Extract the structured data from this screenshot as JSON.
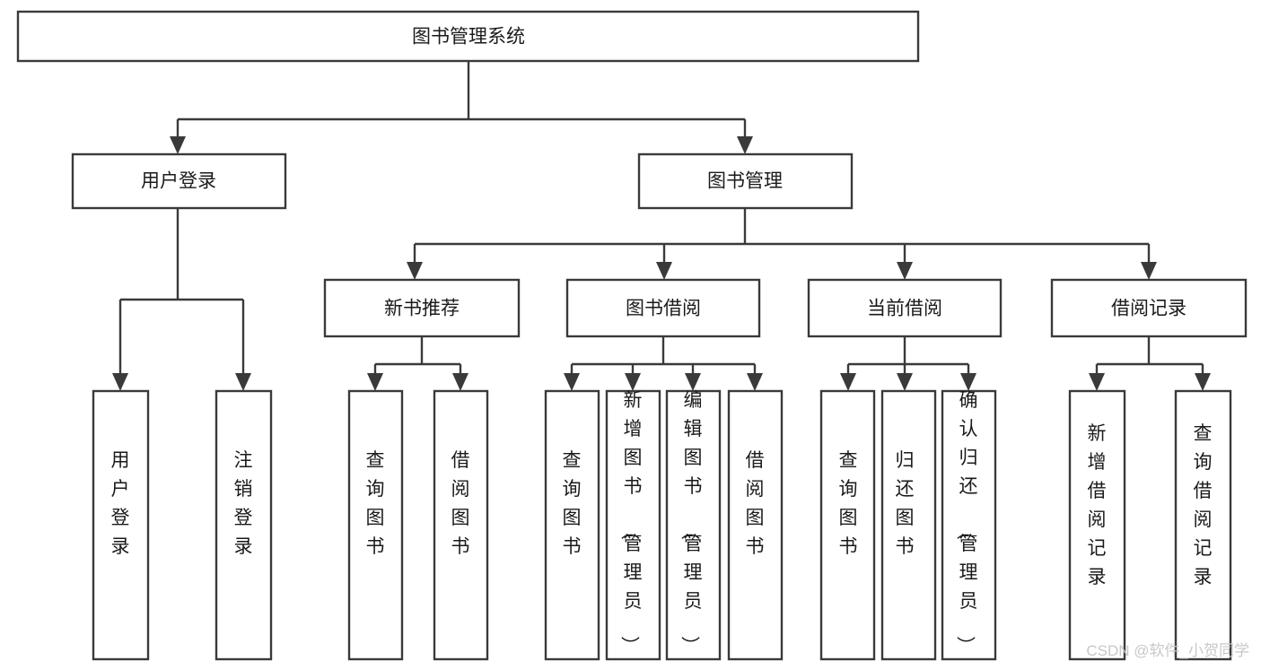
{
  "diagram": {
    "type": "tree-hierarchy",
    "title": "图书管理系统",
    "root": {
      "id": "root",
      "label": "图书管理系统"
    },
    "level1": [
      {
        "id": "user-login",
        "label": "用户登录"
      },
      {
        "id": "book-manage",
        "label": "图书管理"
      }
    ],
    "level2": [
      {
        "id": "new-book-recommend",
        "label": "新书推荐",
        "parent": "book-manage"
      },
      {
        "id": "book-borrow",
        "label": "图书借阅",
        "parent": "book-manage"
      },
      {
        "id": "current-borrow",
        "label": "当前借阅",
        "parent": "book-manage"
      },
      {
        "id": "borrow-record",
        "label": "借阅记录",
        "parent": "book-manage"
      }
    ],
    "leaves": [
      {
        "id": "leaf-user-login",
        "label": "用户登录",
        "parent": "user-login"
      },
      {
        "id": "leaf-logout-login",
        "label": "注销登录",
        "parent": "user-login"
      },
      {
        "id": "leaf-query-book-1",
        "label": "查询图书",
        "parent": "new-book-recommend"
      },
      {
        "id": "leaf-borrow-book-1",
        "label": "借阅图书",
        "parent": "new-book-recommend"
      },
      {
        "id": "leaf-query-book-2",
        "label": "查询图书",
        "parent": "book-borrow"
      },
      {
        "id": "leaf-add-book",
        "label": "新增图书（管理员）",
        "parent": "book-borrow"
      },
      {
        "id": "leaf-edit-book",
        "label": "编辑图书（管理员）",
        "parent": "book-borrow"
      },
      {
        "id": "leaf-borrow-book-2",
        "label": "借阅图书",
        "parent": "book-borrow"
      },
      {
        "id": "leaf-query-book-3",
        "label": "查询图书",
        "parent": "current-borrow"
      },
      {
        "id": "leaf-return-book",
        "label": "归还图书",
        "parent": "current-borrow"
      },
      {
        "id": "leaf-confirm-return",
        "label": "确认归还（管理员）",
        "parent": "current-borrow"
      },
      {
        "id": "leaf-add-record",
        "label": "新增借阅记录",
        "parent": "borrow-record"
      },
      {
        "id": "leaf-query-record",
        "label": "查询借阅记录",
        "parent": "borrow-record"
      }
    ],
    "colors": {
      "box_stroke": "#3a3a3a",
      "box_fill": "#ffffff",
      "text": "#1a1a1a",
      "background": "#ffffff",
      "watermark": "#c8c8c8"
    }
  },
  "watermark": {
    "text": "CSDN @软件_小贺同学"
  }
}
